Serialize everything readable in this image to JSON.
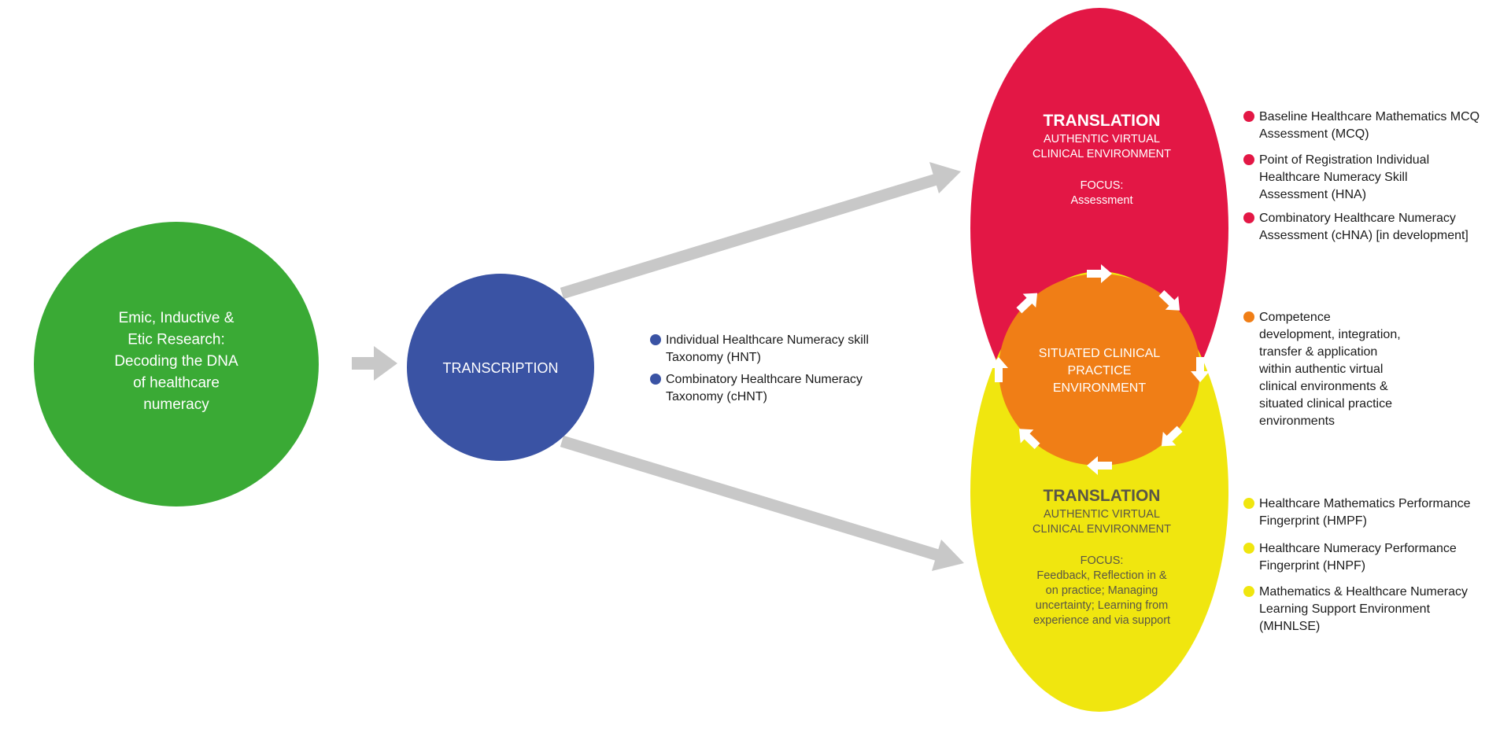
{
  "colors": {
    "green": "#3aaa35",
    "blue": "#3a53a4",
    "red": "#e31745",
    "orange": "#f07e16",
    "yellow": "#f0e60f",
    "gray_arrow": "#c8c8c8"
  },
  "research": {
    "lines": [
      "Emic, Inductive &",
      "Etic Research:",
      "Decoding the DNA",
      "of healthcare",
      "numeracy"
    ]
  },
  "transcription": {
    "label": "TRANSCRIPTION",
    "bullets": [
      [
        "Individual Healthcare Numeracy skill",
        "Taxonomy (HNT)"
      ],
      [
        "Combinatory Healthcare Numeracy",
        "Taxonomy (cHNT)"
      ]
    ]
  },
  "translation_assessment": {
    "title": "TRANSLATION",
    "subtitle": [
      "AUTHENTIC VIRTUAL",
      "CLINICAL ENVIRONMENT"
    ],
    "focus_label": "FOCUS:",
    "focus": [
      "Assessment"
    ],
    "bullets": [
      [
        "Baseline Healthcare Mathematics MCQ",
        "Assessment (MCQ)"
      ],
      [
        "Point of Registration Individual",
        "Healthcare Numeracy Skill",
        "Assessment (HNA)"
      ],
      [
        "Combinatory Healthcare Numeracy",
        "Assessment (cHNA) [in development]"
      ]
    ]
  },
  "situated": {
    "lines": [
      "SITUATED CLINICAL",
      "PRACTICE",
      "ENVIRONMENT"
    ],
    "bullets": [
      [
        "Competence",
        "development, integration,",
        "transfer & application",
        "within authentic virtual",
        "clinical environments &",
        "situated clinical practice",
        "environments"
      ]
    ]
  },
  "translation_feedback": {
    "title": "TRANSLATION",
    "subtitle": [
      "AUTHENTIC VIRTUAL",
      "CLINICAL ENVIRONMENT"
    ],
    "focus_label": "FOCUS:",
    "focus": [
      "Feedback, Reflection in &",
      "on practice; Managing",
      "uncertainty; Learning from",
      "experience and via support"
    ],
    "bullets": [
      [
        "Healthcare Mathematics Performance",
        "Fingerprint (HMPF)"
      ],
      [
        "Healthcare Numeracy Performance",
        "Fingerprint (HNPF)"
      ],
      [
        "Mathematics & Healthcare Numeracy",
        "Learning Support Environment",
        "(MHNLSE)"
      ]
    ]
  },
  "cycle_arrow_icons": [
    "curved-arrow-icon"
  ]
}
